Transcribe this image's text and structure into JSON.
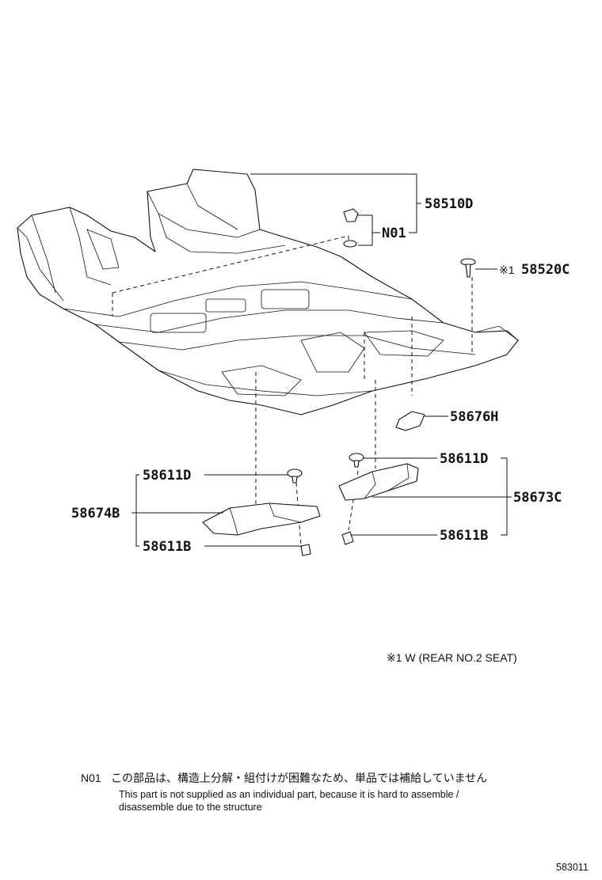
{
  "callouts": {
    "p58510D": "58510D",
    "n01": "N01",
    "p58520C": "58520C",
    "p58520C_mark": "※1",
    "p58676H": "58676H",
    "p58611D_right": "58611D",
    "p58673C": "58673C",
    "p58611B_right": "58611B",
    "p58611D_left": "58611D",
    "p58674B": "58674B",
    "p58611B_left": "58611B"
  },
  "footnote": {
    "w_condition": "※1 W (REAR NO.2 SEAT)"
  },
  "notes": {
    "n01_code": "N01",
    "n01_japanese": "この部品は、構造上分解・組付けが困難なため、単品では補給していません",
    "n01_english_line1": "This part is not supplied as an individual part, because it is hard to assemble /",
    "n01_english_line2": "disassemble due to the structure"
  },
  "figure_id": "583011"
}
